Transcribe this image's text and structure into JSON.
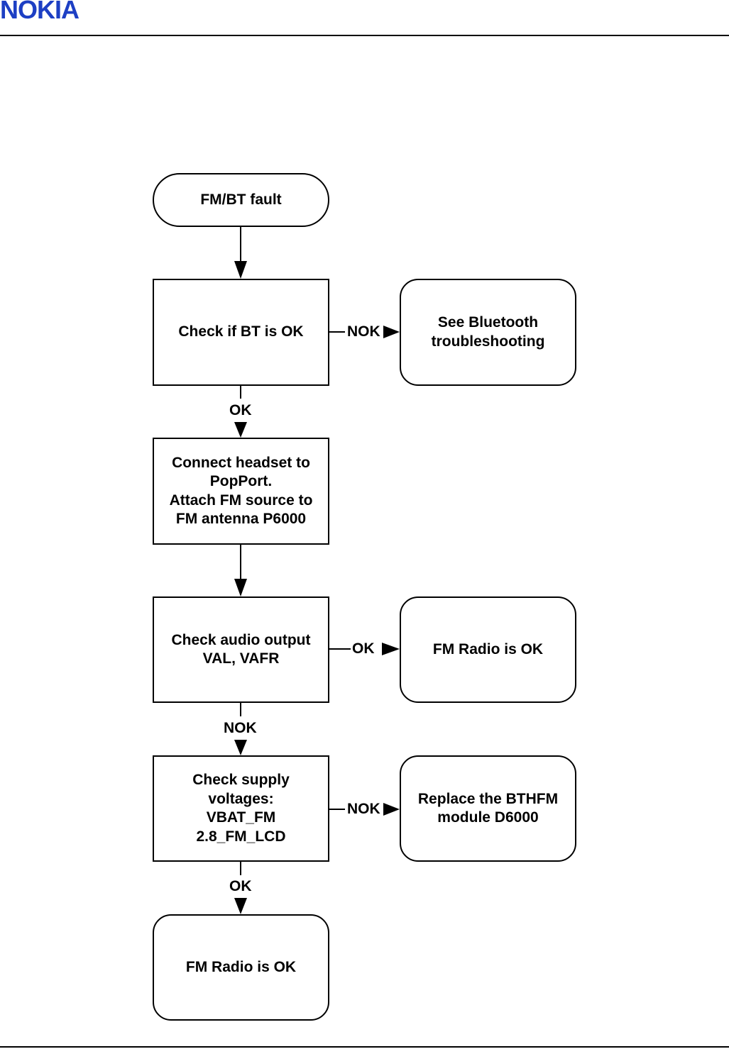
{
  "header": {
    "brand": "NOKIA"
  },
  "flow": {
    "start": "FM/BT fault",
    "check_bt": "Check if BT is OK",
    "see_bt": [
      "See Bluetooth",
      "troubleshooting"
    ],
    "connect": [
      "Connect headset to",
      "PopPort.",
      "Attach FM source to",
      "FM antenna P6000"
    ],
    "check_audio": [
      "Check audio output",
      "VAL, VAFR"
    ],
    "fm_ok_right": "FM Radio is OK",
    "check_supply": [
      "Check supply",
      "voltages:",
      "VBAT_FM",
      "2.8_FM_LCD"
    ],
    "replace": [
      "Replace the BTHFM",
      "module D6000"
    ],
    "fm_ok_bottom": "FM Radio is OK"
  },
  "edge_labels": {
    "bt_nok": "NOK",
    "bt_ok": "OK",
    "audio_ok": "OK",
    "audio_nok": "NOK",
    "supply_nok": "NOK",
    "supply_ok": "OK"
  }
}
